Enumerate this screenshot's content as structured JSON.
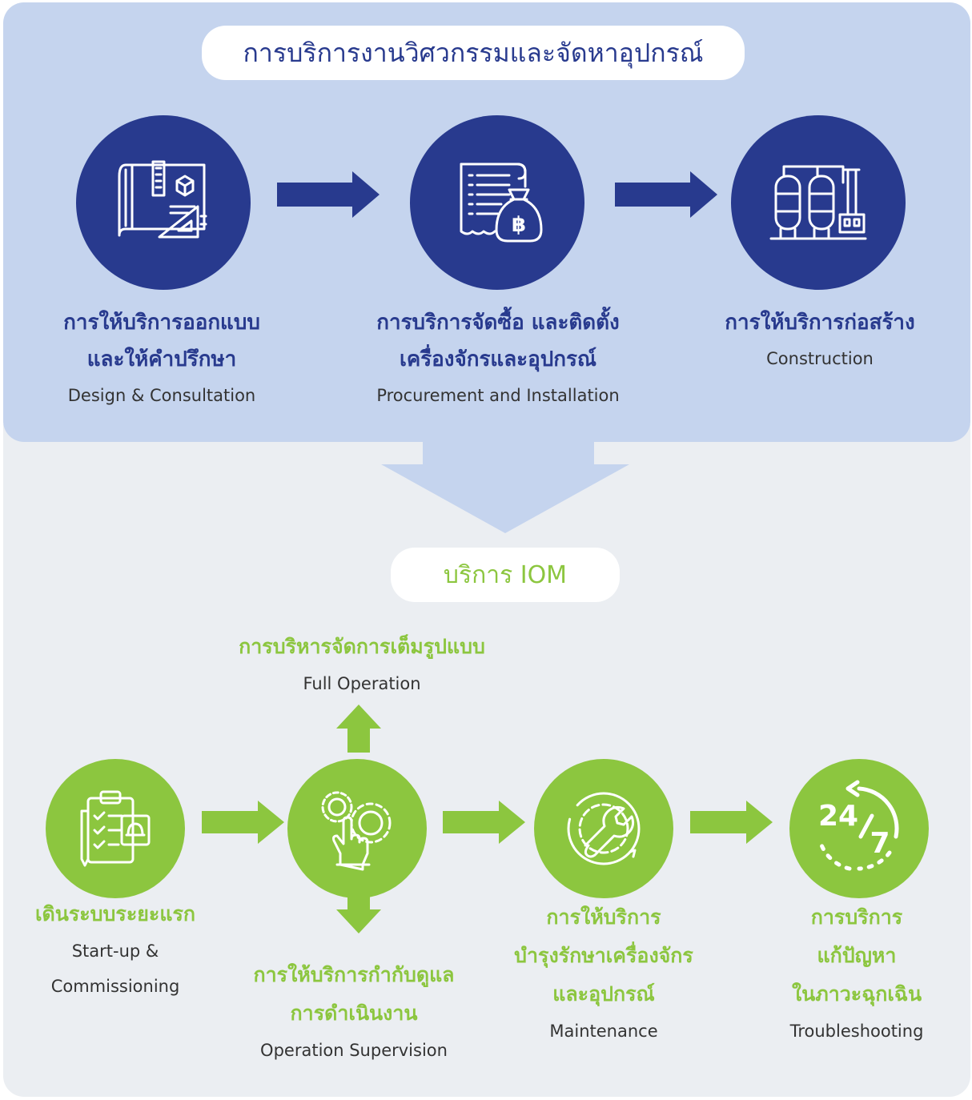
{
  "engineering": {
    "heading": "การบริการงานวิศวกรรมและจัดหาอุปกรณ์",
    "colors": {
      "panel": "#c5d4ee",
      "primary": "#283a8e"
    },
    "services": [
      {
        "title_line1": "การให้บริการออกแบบ",
        "title_line2": "และให้คำปรึกษา",
        "subtitle": "Design & Consultation",
        "icon": "blueprint-icon"
      },
      {
        "title_line1": "การบริการจัดซื้อ และติดตั้ง",
        "title_line2": "เครื่องจักรและอุปกรณ์",
        "subtitle": "Procurement and Installation",
        "icon": "invoice-money-bag-icon"
      },
      {
        "title_line1": "การให้บริการก่อสร้าง",
        "subtitle": "Construction",
        "icon": "industrial-plant-icon"
      }
    ]
  },
  "iom": {
    "heading": "บริการ IOM",
    "colors": {
      "panel": "#ebeef2",
      "accent": "#8cc63f"
    },
    "services": [
      {
        "title_line1": "เดินระบบระยะแรก",
        "subtitle_line1": "Start-up &",
        "subtitle_line2": "Commissioning",
        "icon": "checklist-icon"
      },
      {
        "title_line1": "การให้บริการกำกับดูแล",
        "title_line2": "การดำเนินงาน",
        "subtitle": "Operation Supervision",
        "icon": "hand-gears-icon"
      },
      {
        "title_line1": "การให้บริการ",
        "title_line2": "บำรุงรักษาเครื่องจักร",
        "title_line3": "และอุปกรณ์",
        "subtitle": "Maintenance",
        "icon": "wrench-gear-icon"
      },
      {
        "title_line1": "การบริการ",
        "title_line2": "แก้ปัญหา",
        "title_line3": "ในภาวะฉุกเฉิน",
        "subtitle": "Troubleshooting",
        "icon": "clock-24-7-icon"
      }
    ],
    "branch": {
      "title": "การบริหารจัดการเต็มรูปแบบ",
      "subtitle": "Full Operation"
    }
  }
}
